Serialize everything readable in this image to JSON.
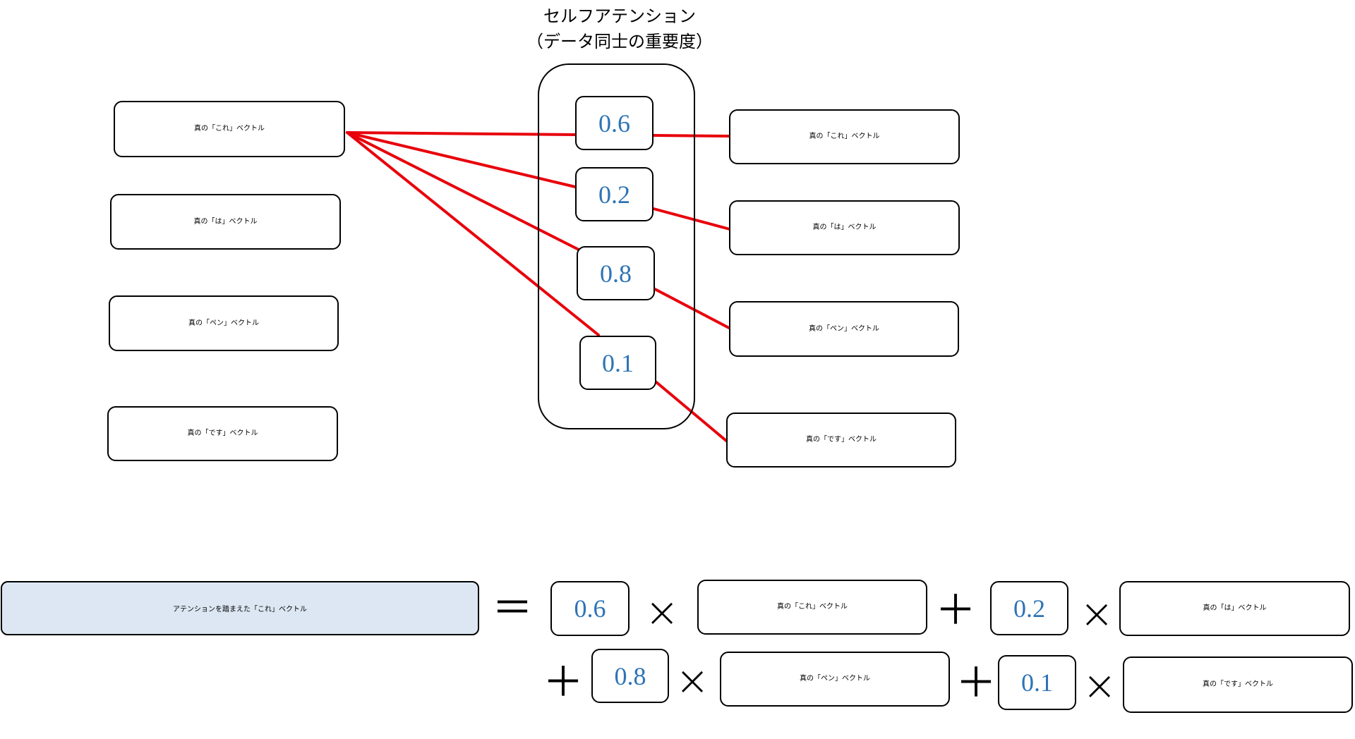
{
  "colors": {
    "line": "#e8000b",
    "weight_text": "#2e74b5",
    "result_fill": "#dce7f3",
    "border": "#000000"
  },
  "attention": {
    "title_line1": "セルフアテンション",
    "title_line2": "（データ同士の重要度）",
    "weights": [
      "0.6",
      "0.2",
      "0.8",
      "0.1"
    ]
  },
  "left_vectors": [
    "真の「これ」ベクトル",
    "真の「は」ベクトル",
    "真の「ペン」ベクトル",
    "真の「です」ベクトル"
  ],
  "right_vectors": [
    "真の「これ」ベクトル",
    "真の「は」ベクトル",
    "真の「ペン」ベクトル",
    "真の「です」ベクトル"
  ],
  "formula": {
    "result_label": "アテンションを踏まえた「これ」ベクトル",
    "equals": "＝",
    "plus": "＋",
    "times": "×",
    "terms": [
      {
        "weight": "0.6",
        "vector": "真の「これ」ベクトル"
      },
      {
        "weight": "0.2",
        "vector": "真の「は」ベクトル"
      },
      {
        "weight": "0.8",
        "vector": "真の「ペン」ベクトル"
      },
      {
        "weight": "0.1",
        "vector": "真の「です」ベクトル"
      }
    ]
  }
}
